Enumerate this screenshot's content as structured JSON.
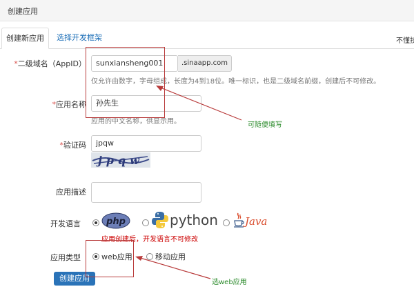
{
  "page": {
    "title": "创建应用"
  },
  "tabs": [
    {
      "label": "创建新应用"
    },
    {
      "label": "选择开发框架"
    }
  ],
  "cut_text": "不懂技",
  "form": {
    "domain": {
      "label": "二级域名（AppID）",
      "required_mark": "*",
      "value": "sunxiansheng001",
      "suffix": ".sinaapp.com",
      "help": "仅允许由数字，字母组成，长度为4到18位。唯一标识，也是二级域名前缀，创建后不可修改。"
    },
    "app_name": {
      "label": "应用名称",
      "required_mark": "*",
      "value": "孙先生",
      "help": "应用的中文名称，供显示用。"
    },
    "captcha": {
      "label": "验证码",
      "required_mark": "*",
      "value": "jpqw",
      "image_text": "jpqw"
    },
    "description": {
      "label": "应用描述",
      "value": ""
    },
    "language": {
      "label": "开发语言",
      "options": [
        "php",
        "python",
        "Java"
      ],
      "selected": "php",
      "help": "应用创建后，开发语言不可修改"
    },
    "app_type": {
      "label": "应用类型",
      "options": [
        "web应用",
        "移动应用"
      ],
      "selected": "web应用"
    },
    "submit_label": "创建应用"
  },
  "annotations": {
    "editable_note": "可随便填写",
    "web_note": "选web应用",
    "color": "#b83a3a"
  }
}
